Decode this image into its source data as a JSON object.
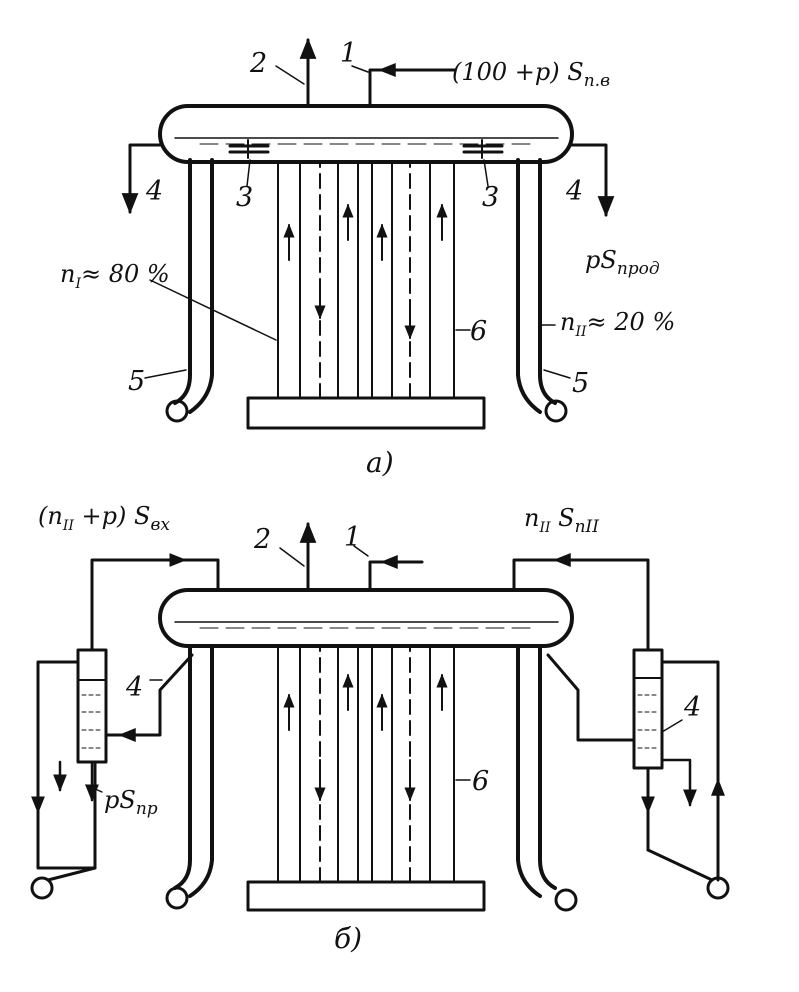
{
  "diagram_a": {
    "caption": "а)",
    "callouts": {
      "c1": "1",
      "c2": "2",
      "c3l": "3",
      "c3r": "3",
      "c4l": "4",
      "c4r": "4",
      "c5l": "5",
      "c5r": "5",
      "c6": "6"
    },
    "feed_label": "(100 +p) S",
    "feed_sub": "п.в",
    "blowdown_label": "pS",
    "blowdown_sub": "прод",
    "share_1_label": "n",
    "share_1_sub": "I",
    "share_1_value": "≈ 80 %",
    "share_2_label": "n",
    "share_2_sub": "II",
    "share_2_value": "≈ 20 %"
  },
  "diagram_b": {
    "caption": "б)",
    "callouts": {
      "c1": "1",
      "c2": "2",
      "c4l": "4",
      "c4r": "4",
      "c6": "6"
    },
    "inlet_left_a": "(n",
    "inlet_left_sub1": "II",
    "inlet_left_b": " +p) S",
    "inlet_left_sub2": "вх",
    "inlet_right_a": "n",
    "inlet_right_sub1": "II",
    "inlet_right_b": " S",
    "inlet_right_sub2": "пII",
    "blowdown_label": "pS",
    "blowdown_sub": "пр"
  },
  "colors": {
    "ink": "#111111",
    "background": "#ffffff"
  }
}
